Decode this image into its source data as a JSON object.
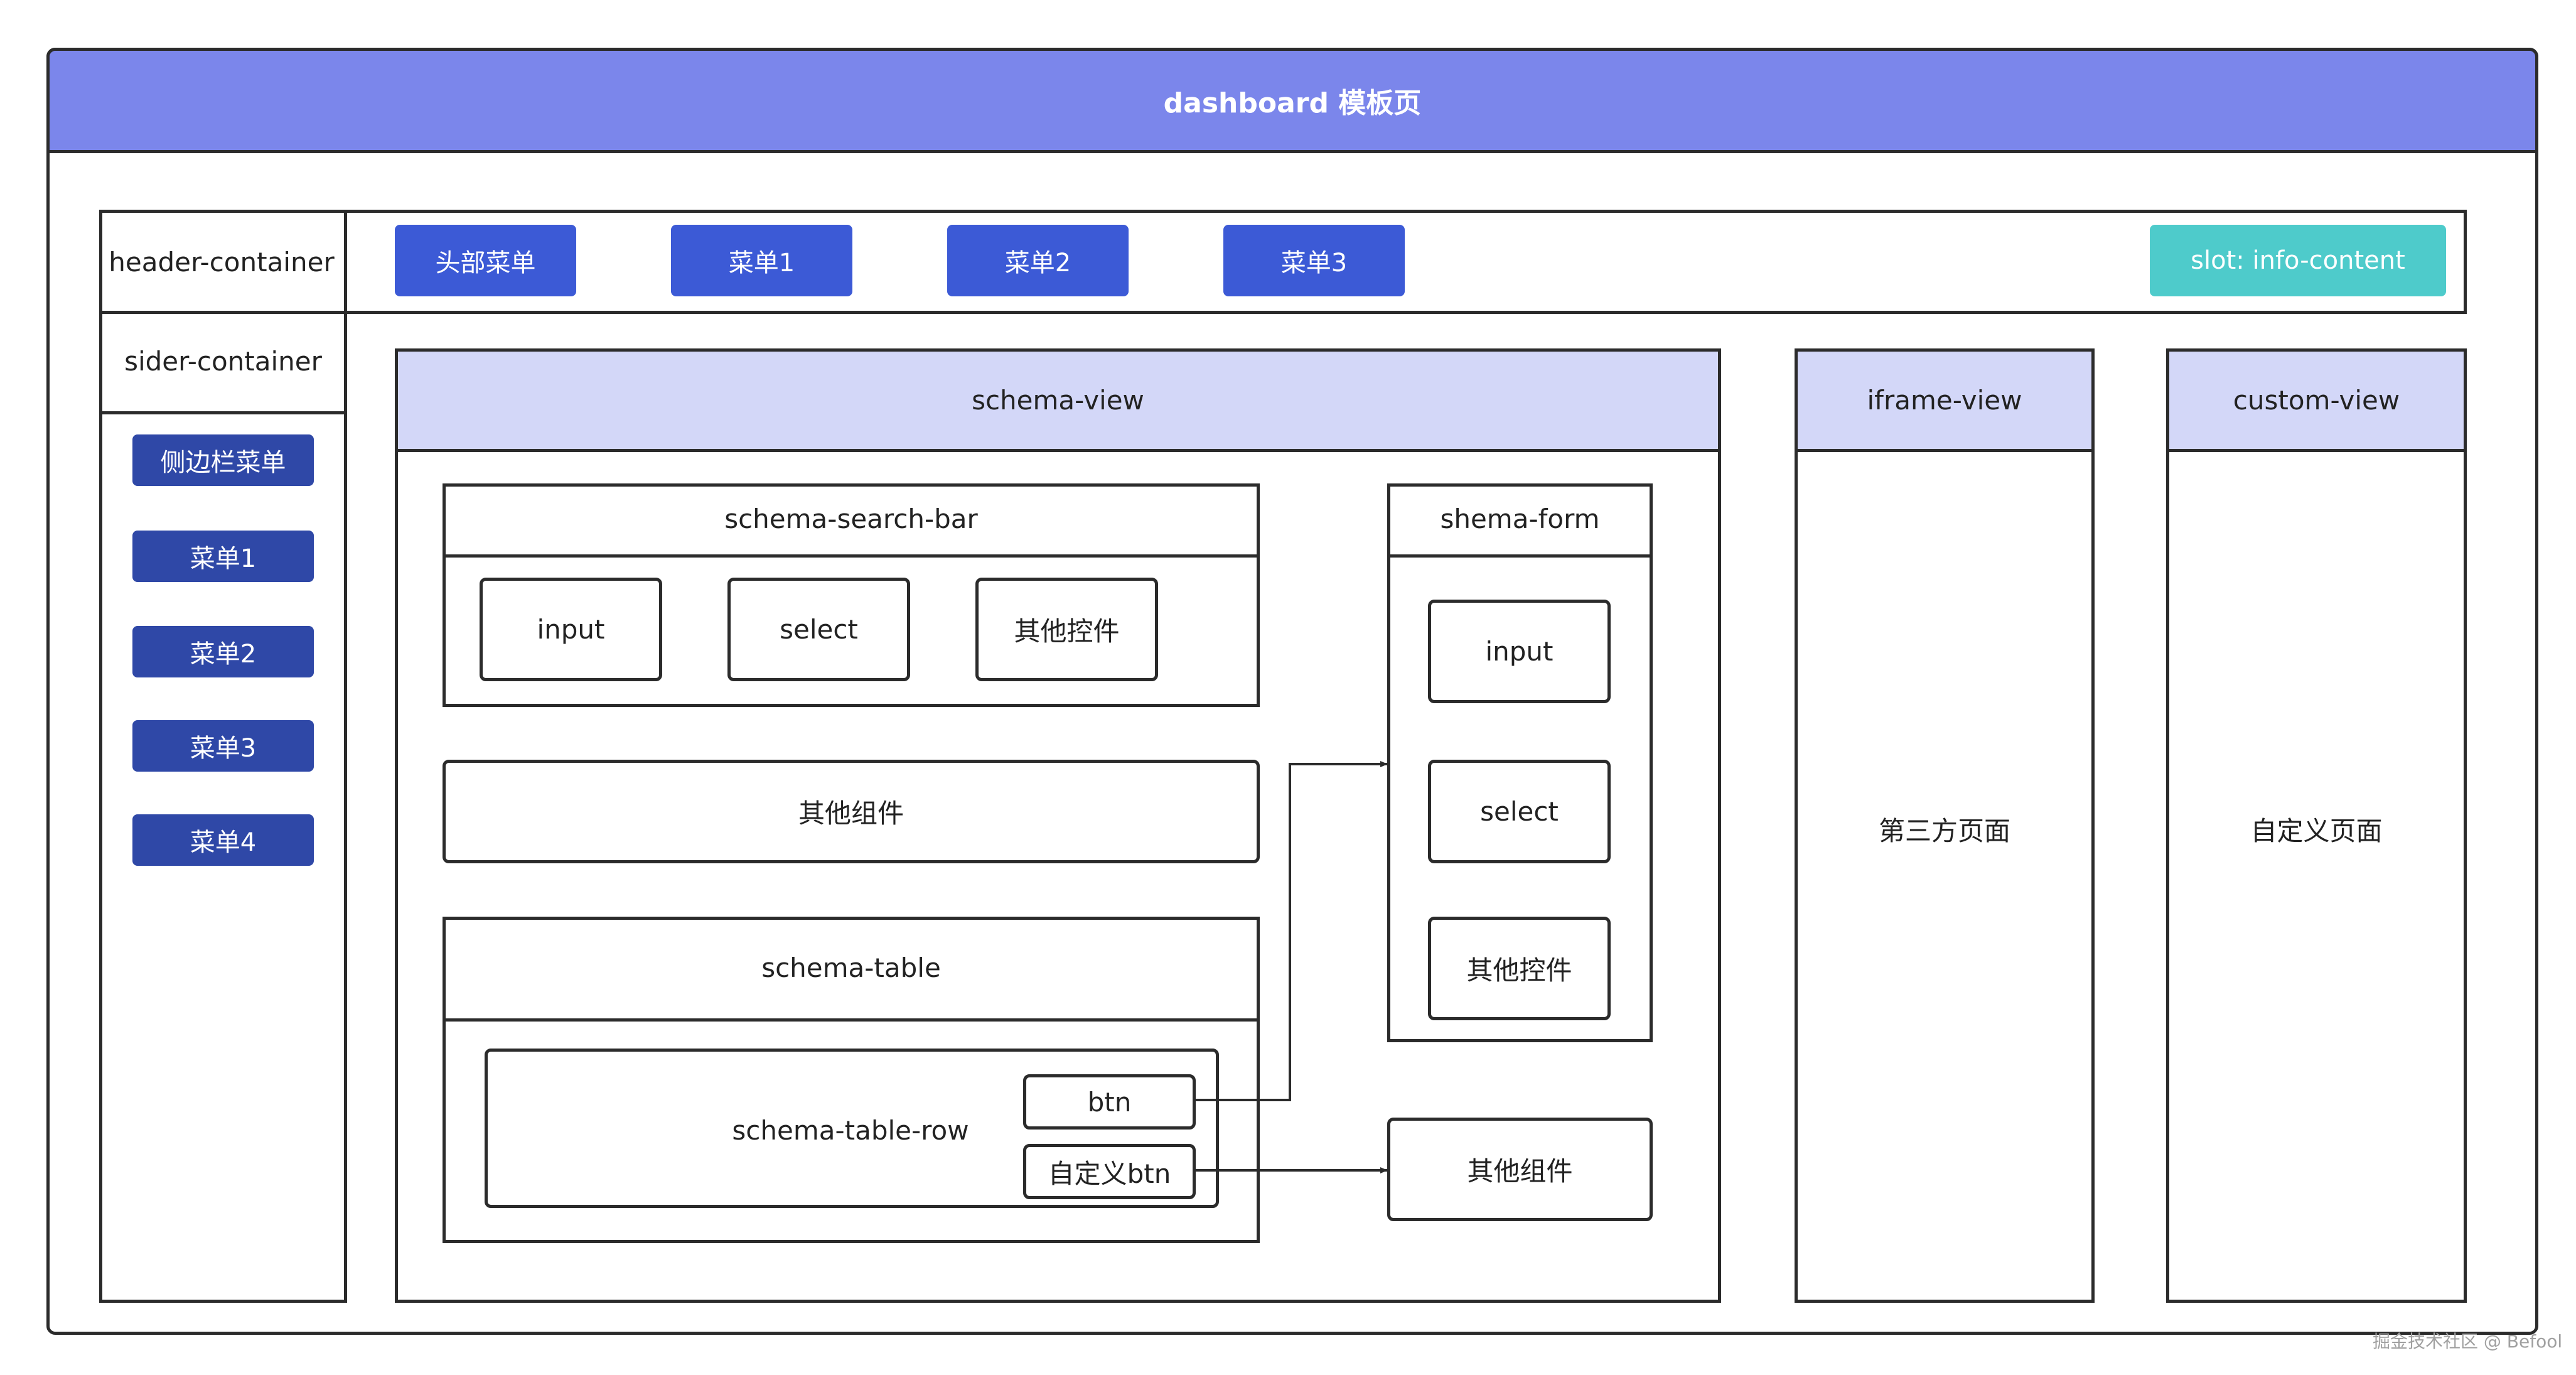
{
  "title": "dashboard 模板页",
  "header": {
    "container_label": "header-container",
    "menus": [
      "头部菜单",
      "菜单1",
      "菜单2",
      "菜单3"
    ],
    "slot": "slot: info-content"
  },
  "sider": {
    "container_label": "sider-container",
    "items": [
      "侧边栏菜单",
      "菜单1",
      "菜单2",
      "菜单3",
      "菜单4"
    ]
  },
  "schema_view": {
    "title": "schema-view",
    "search_bar": {
      "title": "schema-search-bar",
      "controls": [
        "input",
        "select",
        "其他控件"
      ]
    },
    "other_component": "其他组件",
    "table": {
      "title": "schema-table",
      "row_label": "schema-table-row",
      "btn": "btn",
      "custom_btn": "自定义btn"
    },
    "form": {
      "title": "shema-form",
      "controls": [
        "input",
        "select",
        "其他控件"
      ]
    },
    "other_component_right": "其他组件"
  },
  "iframe_view": {
    "title": "iframe-view",
    "content": "第三方页面"
  },
  "custom_view": {
    "title": "custom-view",
    "content": "自定义页面"
  },
  "watermark": "掘金技术社区 @ Befool",
  "colors": {
    "title_bar": "#7b86eb",
    "header_menu": "#3c5ad6",
    "sider_menu": "#2f48a7",
    "slot": "#4ecbcb",
    "view_header": "#d3d7f8"
  }
}
